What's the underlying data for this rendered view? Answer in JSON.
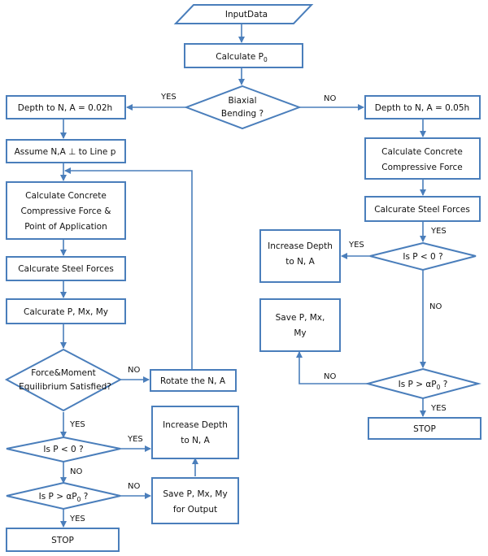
{
  "nodes": {
    "input": {
      "shape": "parallelogram",
      "text": "InputData"
    },
    "calc_p0": {
      "shape": "rect",
      "text": "Calculate  P",
      "sub": "0"
    },
    "biaxial": {
      "shape": "diamond",
      "lines": [
        "Biaxial",
        "Bending ?"
      ]
    },
    "depth_left": {
      "shape": "rect",
      "text": "Depth to N, A  = 0.02h"
    },
    "assume": {
      "shape": "rect",
      "text": "Assume N,A ⊥ to Line p"
    },
    "calc_concrete_left": {
      "shape": "rect",
      "lines": [
        "Calculate Concrete",
        "Compressive Force &",
        "Point of Application"
      ]
    },
    "steel_left": {
      "shape": "rect",
      "text": "Calcurate Steel Forces"
    },
    "calc_pmxmy": {
      "shape": "rect",
      "text": "Calcurate P, Mx, My"
    },
    "equilibrium": {
      "shape": "diamond",
      "lines": [
        "Force&Moment",
        "Equilibrium Satisfied?"
      ]
    },
    "rotate": {
      "shape": "rect",
      "text": "Rotate the N, A"
    },
    "isp0_left": {
      "shape": "diamond",
      "text": "Is P  <  0 ?"
    },
    "increase_left": {
      "shape": "rect",
      "lines": [
        "Increase Depth",
        "to N, A"
      ]
    },
    "ispalpha_left": {
      "shape": "diamond",
      "text": "Is P  >  αP",
      "sub": "0",
      "tail": " ?"
    },
    "save_left": {
      "shape": "rect",
      "lines": [
        "Save P, Mx, My",
        "for Output"
      ]
    },
    "stop_left": {
      "shape": "rect",
      "text": "STOP"
    },
    "depth_right": {
      "shape": "rect",
      "text": "Depth to N, A  = 0.05h"
    },
    "calc_concrete_right": {
      "shape": "rect",
      "lines": [
        "Calculate Concrete",
        "Compressive Force"
      ]
    },
    "steel_right": {
      "shape": "rect",
      "text": "Calcurate Steel Forces"
    },
    "isp0_right": {
      "shape": "diamond",
      "text": "Is P  <  0 ?"
    },
    "increase_right": {
      "shape": "rect",
      "lines": [
        "Increase Depth",
        "to N, A"
      ]
    },
    "save_right": {
      "shape": "rect",
      "lines": [
        "Save P, Mx,",
        "My"
      ]
    },
    "ispalpha_right": {
      "shape": "diamond",
      "text": "Is P  >  αP",
      "sub": "0",
      "tail": " ?"
    },
    "stop_right": {
      "shape": "rect",
      "text": "STOP"
    }
  },
  "edge_labels": {
    "biaxial_yes": "YES",
    "biaxial_no": "NO",
    "equilibrium_no": "NO",
    "equilibrium_yes": "YES",
    "isp0_left_yes": "YES",
    "isp0_left_no": "NO",
    "ispalpha_left_no": "NO",
    "ispalpha_left_yes": "YES",
    "steel_right_yes": "YES",
    "isp0_right_yes": "YES",
    "isp0_right_no": "NO",
    "ispalpha_right_no": "NO",
    "ispalpha_right_yes": "YES"
  },
  "colors": {
    "stroke": "#4a7ebb",
    "text": "#111111",
    "background": "#ffffff"
  }
}
